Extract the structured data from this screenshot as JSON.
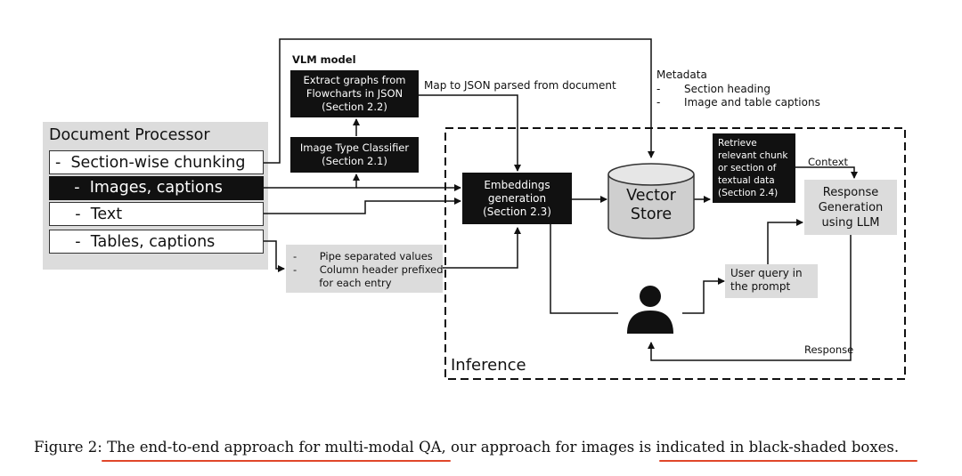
{
  "document_processor": {
    "title": "Document Processor",
    "items": [
      {
        "label": "-  Section-wise chunking",
        "style": "white"
      },
      {
        "label": "    -  Images, captions",
        "style": "black"
      },
      {
        "label": "    -  Text",
        "style": "white"
      },
      {
        "label": "    -  Tables, captions",
        "style": "white"
      }
    ]
  },
  "vlm": {
    "title": "VLM model",
    "extract_graphs": [
      "Extract graphs from",
      "Flowcharts in JSON",
      "(Section 2.2)"
    ],
    "image_classifier": [
      "Image Type Classifier",
      "(Section 2.1)"
    ]
  },
  "labels": {
    "map_to_json": "Map to JSON parsed from document",
    "metadata_title": "Metadata",
    "metadata_items": [
      "-       Section heading",
      "-       Image and table captions"
    ],
    "context": "Context",
    "response": "Response",
    "inference": "Inference"
  },
  "table_box": [
    "-       Pipe separated values",
    "-       Column header prefixed",
    "        for each entry"
  ],
  "embeddings": [
    "Embeddings",
    "generation",
    "(Section 2.3)"
  ],
  "vector_store": [
    "Vector",
    "Store"
  ],
  "retrieve": [
    "Retrieve",
    "relevant chunk",
    "or section of",
    "textual data",
    "(Section 2.4)"
  ],
  "response_gen": [
    "Response",
    "Generation",
    "using LLM"
  ],
  "user_query": [
    "User query in",
    "the prompt"
  ],
  "caption": {
    "prefix": "Figure 2: ",
    "part1": "The end-to-end approach for multi-modal QA",
    "part2": ", our approach for images is ",
    "part3": "indicated in black-shaded boxes",
    "part4": "."
  },
  "colors": {
    "black_box": "#111111",
    "gray_box": "#dcdcdc",
    "underline": "#e0462a"
  },
  "icons": [
    "user-icon",
    "cylinder-database-icon"
  ]
}
